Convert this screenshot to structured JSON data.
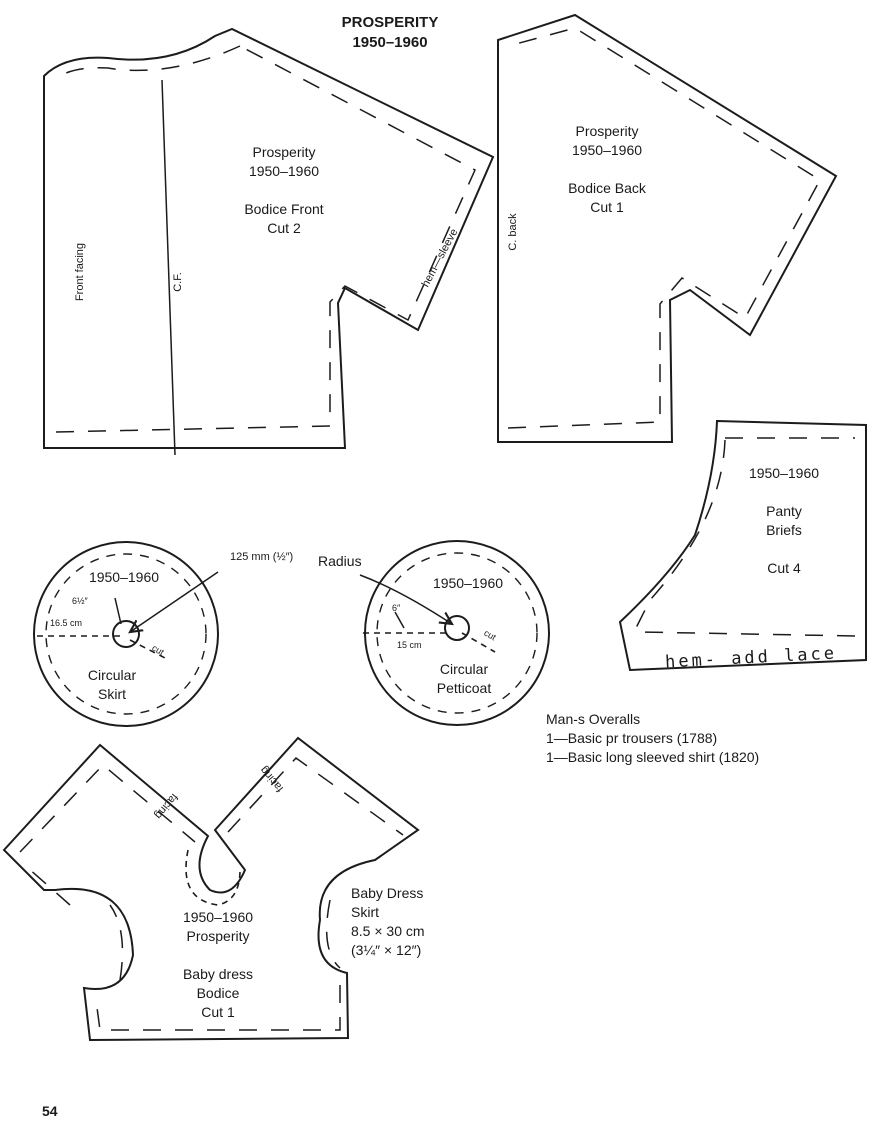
{
  "header": {
    "title": "PROSPERITY",
    "years": "1950–1960"
  },
  "bodice_front": {
    "name": "Prosperity",
    "years": "1950–1960",
    "piece": "Bodice Front",
    "cut": "Cut 2",
    "facing_label": "Front facing",
    "center_label": "C.F.",
    "hem_label": "hem—sleeve"
  },
  "bodice_back": {
    "name": "Prosperity",
    "years": "1950–1960",
    "piece": "Bodice Back",
    "cut": "Cut 1",
    "center_label": "C. back"
  },
  "panty_briefs": {
    "years": "1950–1960",
    "piece_line1": "Panty",
    "piece_line2": "Briefs",
    "cut": "Cut 4",
    "hem_label": "hem- add lace"
  },
  "circular_skirt": {
    "years": "1950–1960",
    "piece_line1": "Circular",
    "piece_line2": "Skirt",
    "radius_label": "125 mm (½″)",
    "inch_label": "6½″",
    "cm_label": "16.5 cm",
    "cut_label": "cut"
  },
  "circular_petticoat": {
    "years": "1950–1960",
    "piece_line1": "Circular",
    "piece_line2": "Petticoat",
    "radius_label": "Radius",
    "inch_label": "6″",
    "cm_label": "15 cm",
    "cut_label": "cut"
  },
  "notes": {
    "line1": "Man-s Overalls",
    "line2": "1—Basic pr trousers (1788)",
    "line3": "1—Basic long sleeved shirt (1820)"
  },
  "baby_dress": {
    "years": "1950–1960",
    "name": "Prosperity",
    "piece_line1": "Baby dress",
    "piece_line2": "Bodice",
    "cut": "Cut 1",
    "facing_label": "facing",
    "skirt_line1": "Baby Dress",
    "skirt_line2": "Skirt",
    "skirt_metric": "8.5 × 30 cm",
    "skirt_imperial": "(3¼″ × 12″)"
  },
  "page_number": "54"
}
